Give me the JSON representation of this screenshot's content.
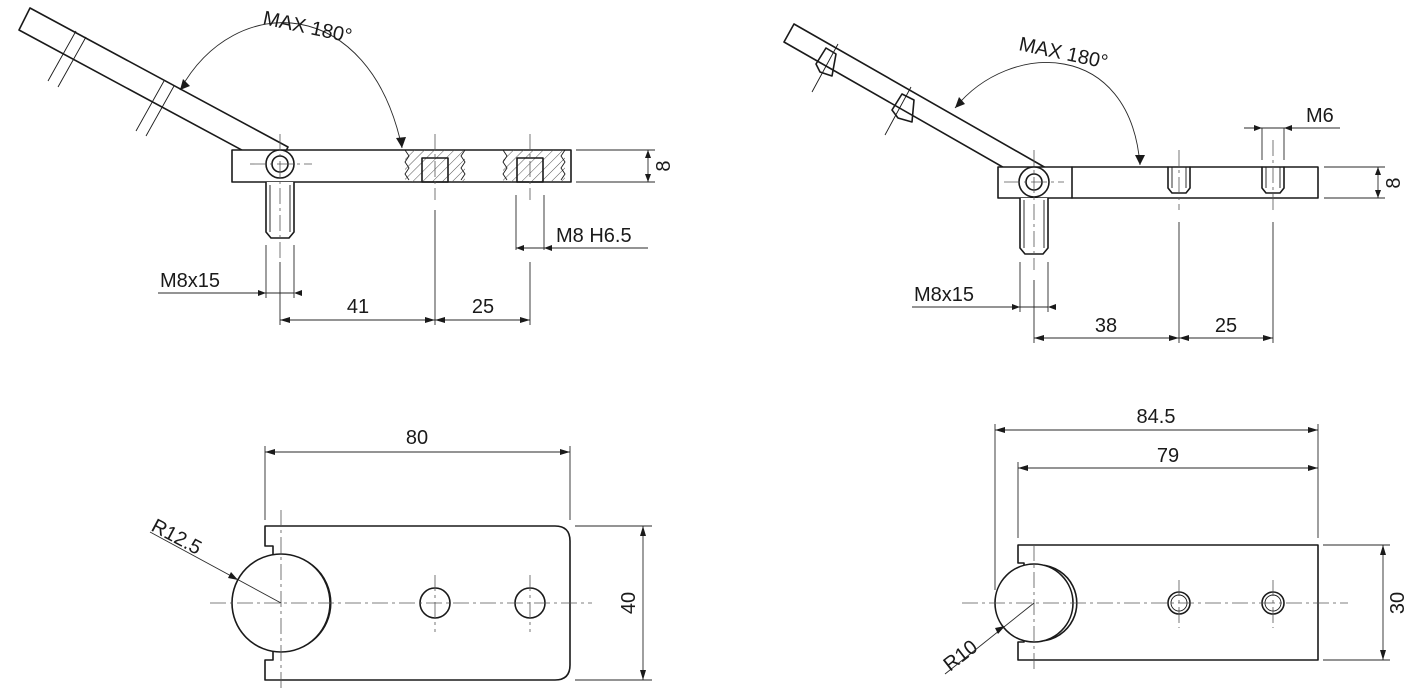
{
  "colors": {
    "line": "#1a1a1a",
    "background": "#ffffff"
  },
  "left_side_view": {
    "angle": "MAX 180°",
    "thickness": "8",
    "stud": "M8x15",
    "thread": "M8 H6.5",
    "spacing_1": "41",
    "spacing_2": "25"
  },
  "right_side_view": {
    "angle": "MAX 180°",
    "thickness": "8",
    "stud": "M8x15",
    "thread": "M6",
    "spacing_1": "38",
    "spacing_2": "25"
  },
  "left_top_view": {
    "length": "80",
    "radius": "R12.5",
    "width": "40"
  },
  "right_top_view": {
    "overall_length": "84.5",
    "length": "79",
    "radius": "R10",
    "width": "30"
  }
}
